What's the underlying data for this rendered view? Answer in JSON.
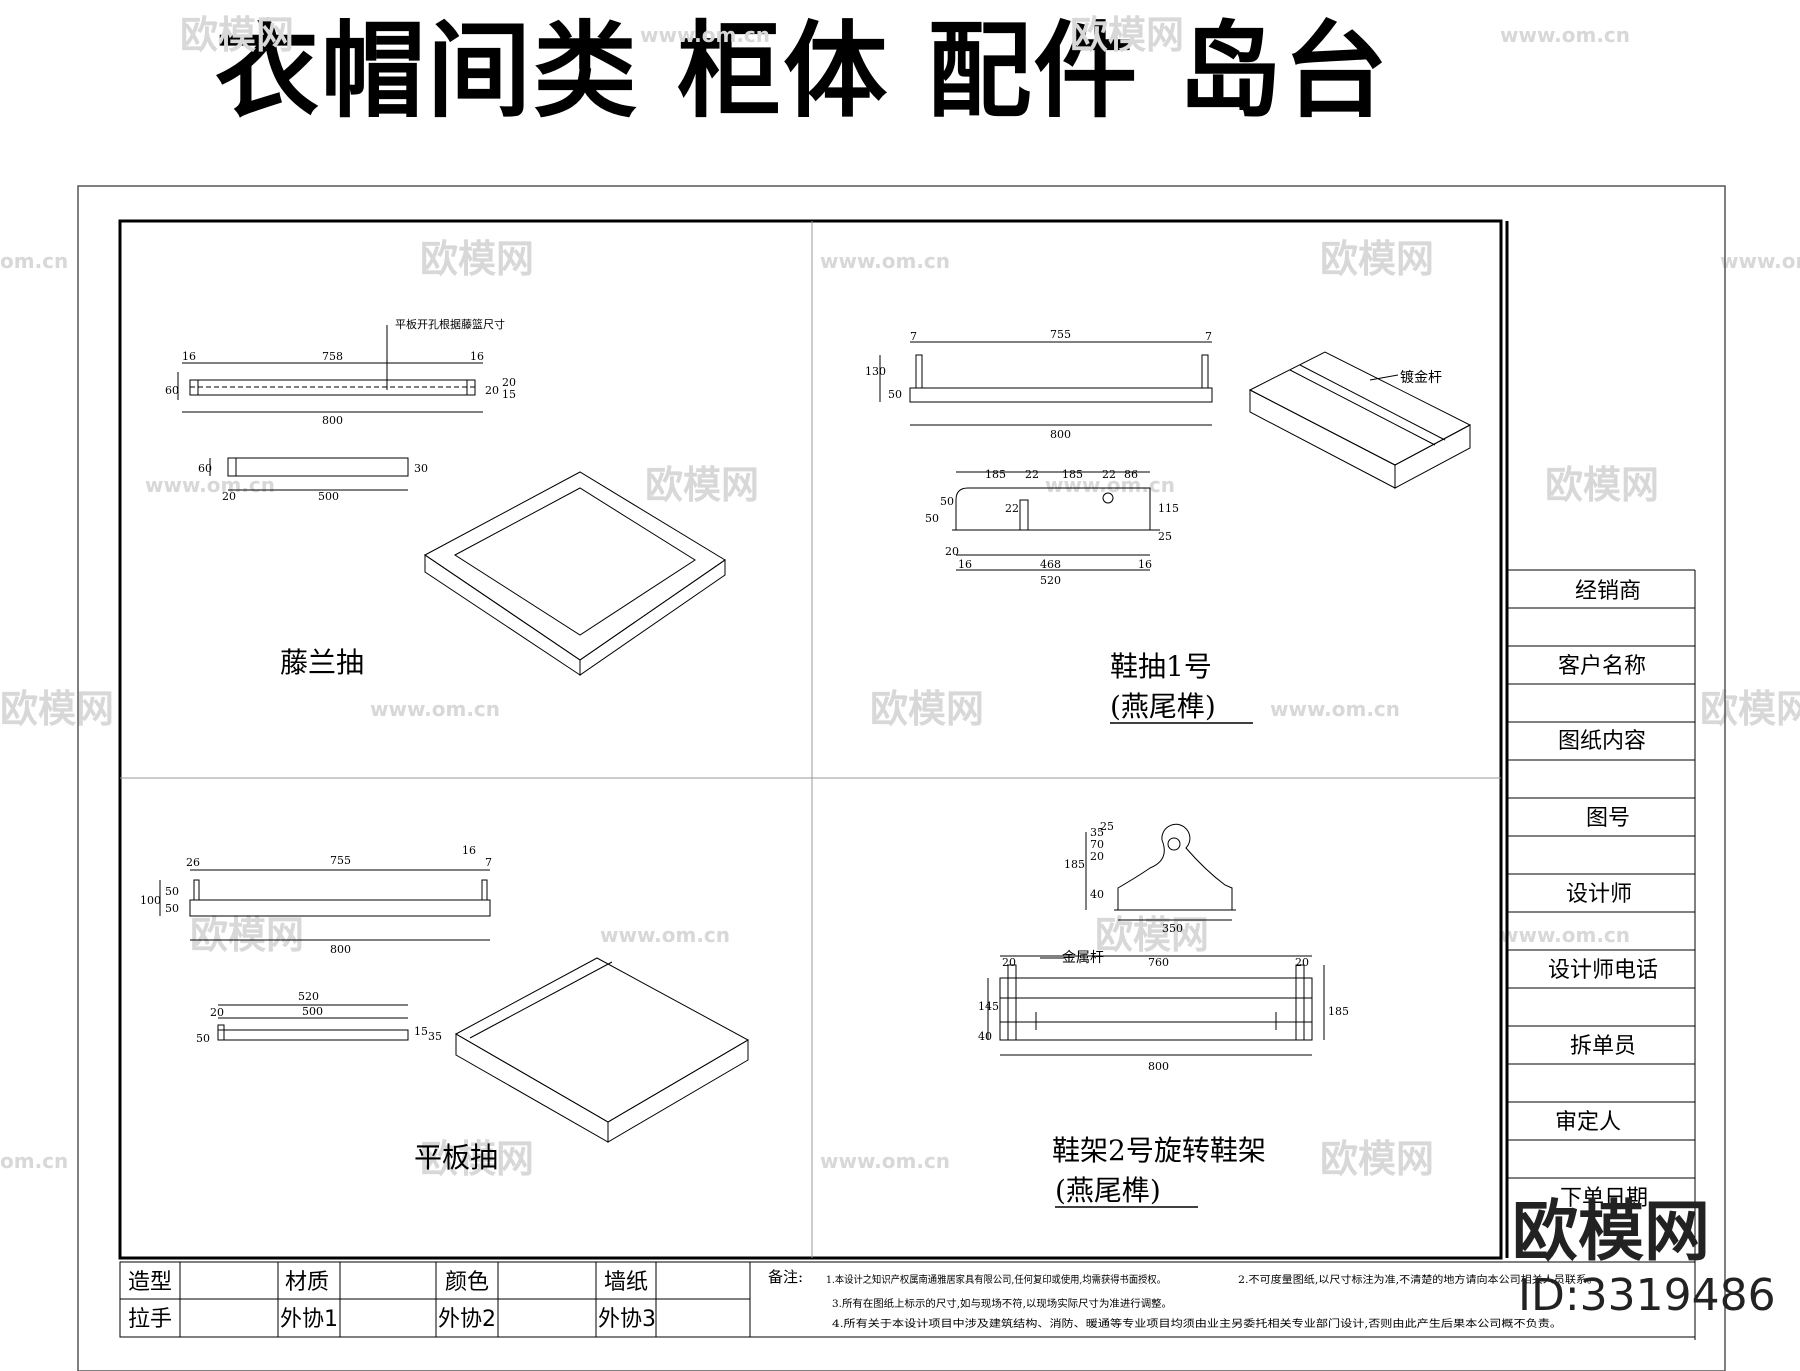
{
  "title": "衣帽间类 柜体 配件 岛台",
  "watermark": {
    "site_name": "欧模网",
    "url": "www.om.cn",
    "url_short": "om.cn"
  },
  "brand": {
    "name": "欧模网",
    "id": "ID:3319486"
  },
  "panels": {
    "rattan_drawer": {
      "label": "藤兰抽",
      "note": "平板开孔根据藤篮尺寸",
      "dims": [
        "16",
        "758",
        "16",
        "60",
        "800",
        "20",
        "15",
        "20",
        "60",
        "20",
        "500",
        "30"
      ]
    },
    "shoe_drawer_1": {
      "label": "鞋抽1号",
      "sub_label": "(燕尾榫)",
      "note": "镀金杆",
      "dims": [
        "7",
        "755",
        "7",
        "130",
        "50",
        "800",
        "185",
        "22",
        "185",
        "22",
        "86",
        "50",
        "50",
        "115",
        "22",
        "25",
        "20",
        "16",
        "468",
        "16",
        "520"
      ]
    },
    "flat_drawer": {
      "label": "平板抽",
      "dims": [
        "26",
        "755",
        "16",
        "7",
        "100",
        "50",
        "50",
        "800",
        "520",
        "500",
        "20",
        "50",
        "15",
        "35"
      ]
    },
    "shoe_rack_2": {
      "label": "鞋架2号旋转鞋架",
      "sub_label": "(燕尾榫)",
      "note": "金属杆",
      "dims": [
        "185",
        "20",
        "70",
        "35",
        "25",
        "40",
        "350",
        "20",
        "760",
        "20",
        "145",
        "40",
        "185",
        "800"
      ]
    }
  },
  "title_block": {
    "rows": [
      "经销商",
      "客户名称",
      "图纸内容",
      "图号",
      "设计师",
      "设计师电话",
      "拆单员",
      "审定人",
      "下单日期"
    ]
  },
  "spec_table": {
    "headers": [
      "造型",
      "材质",
      "颜色",
      "墙纸"
    ],
    "values": [
      "拉手",
      "外协1",
      "外协2",
      "外协3"
    ]
  },
  "notes": {
    "label": "备注:",
    "lines": [
      "1.本设计之知识产权属南通雅居家具有限公司,任何复印或使用,均需获得书面授权。",
      "2.不可度量图纸,以尺寸标注为准,不清楚的地方请向本公司相关人员联系。",
      "3.所有在图纸上标示的尺寸,如与现场不符,以现场实际尺寸为准进行调整。",
      "4.所有关于本设计项目中涉及建筑结构、消防、暖通等专业项目均须由业主另委托相关专业部门设计,否则由此产生后果本公司概不负责。"
    ]
  }
}
